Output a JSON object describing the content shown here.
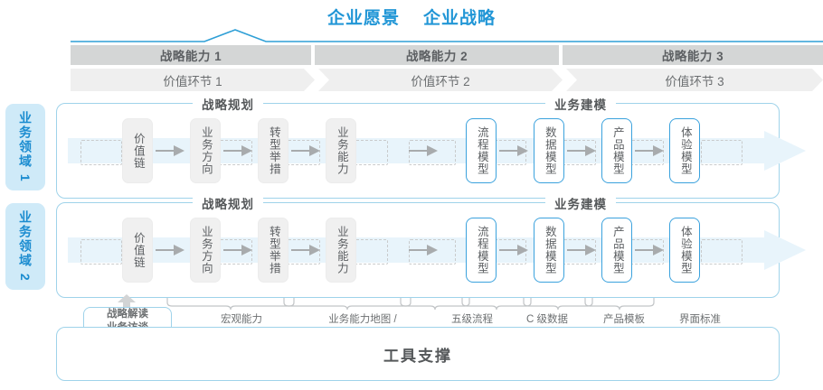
{
  "header": {
    "vision": "企业愿景",
    "strategy": "企业战略"
  },
  "capabilities": [
    {
      "label": "战略能力 1"
    },
    {
      "label": "战略能力 2"
    },
    {
      "label": "战略能力 3"
    }
  ],
  "value_chain": [
    {
      "label": "价值环节 1"
    },
    {
      "label": "价值环节 2"
    },
    {
      "label": "价值环节 3"
    }
  ],
  "domains": [
    {
      "label": "业务领域 1"
    },
    {
      "label": "业务领域 2"
    }
  ],
  "groups": [
    {
      "label": "战略规划"
    },
    {
      "label": "业务建模"
    }
  ],
  "steps": [
    {
      "label": "价值链",
      "style": "gray"
    },
    {
      "label": "业务方向",
      "style": "gray"
    },
    {
      "label": "转型举措",
      "style": "gray"
    },
    {
      "label": "业务能力",
      "style": "gray"
    },
    {
      "label": "流程模型",
      "style": "blue"
    },
    {
      "label": "数据模型",
      "style": "blue"
    },
    {
      "label": "产品模型",
      "style": "blue"
    },
    {
      "label": "体验模型",
      "style": "blue"
    }
  ],
  "notes": [
    {
      "label": "战略解读\n业务访谈\n领先实践"
    },
    {
      "label": "宏观能力\n规划"
    },
    {
      "label": "业务能力地图 /\n能力主题文档"
    },
    {
      "label": "五级流程\n模型"
    },
    {
      "label": "C 级数据\n模型"
    },
    {
      "label": "产品模板"
    },
    {
      "label": "界面标准"
    }
  ],
  "tool_support": {
    "label": "工具支撑"
  },
  "colors": {
    "accent_blue": "#2196d6",
    "panel_border": "#9fd3ea",
    "band_blue": "#e8f4fb",
    "domain_bg": "#cfeaf8",
    "cap_bar_gray": "#d4d6d6",
    "val_bar_gray": "#efefef",
    "box_gray": "#f0f0f0",
    "text_gray": "#5d6063"
  }
}
